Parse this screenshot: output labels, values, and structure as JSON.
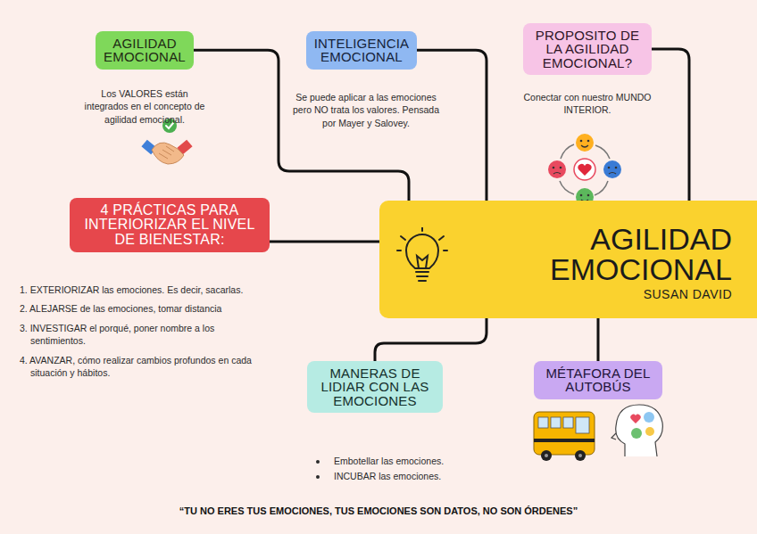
{
  "diagram": {
    "caption": "“TU NO ERES TUS EMOCIONES, TUS EMOCIONES SON DATOS, NO SON ÓRDENES”",
    "nodes": [
      {
        "text": [
          "AGILIDAD EMOCIONAL",
          "Los VALORES están integrados en el concepto de agilidad emocional."
        ]
      },
      {
        "text": [
          "INTELIGENCIA EMOCIONAL",
          "Se puede aplicar a las emociones pero NO trata los valores. Pensada por Mayer y Salovey."
        ]
      },
      {
        "text": [
          "PROPOSITO DE LA AGILIDAD EMOCIONAL?",
          "Conectar con nuestro MUNDO INTERIOR."
        ]
      },
      {
        "text": [
          "4 PRÁCTICAS PARA INTERIORIZAR EL NIVEL DE BIENESTAR:",
          "1. EXTERIORIZAR las emociones. Es decir, sacarlas.",
          "2. ALEJARSE de las emociones, tomar distancia",
          "3. INVESTIGAR el porqué, poner nombre a los sentimientos.",
          "4. AVANZAR, cómo realizar cambios profundos en cada situación y hábitos."
        ]
      },
      {
        "text": [
          "AGILIDAD EMOCIONAL",
          "SUSAN DAVID"
        ]
      },
      {
        "text": [
          "MANERAS DE LIDIAR CON LAS EMOCIONES",
          "Embotellar las emociones.",
          "INCUBAR las emociones."
        ]
      },
      {
        "text": [
          "MÉTAFORA DEL AUTOBÚS"
        ]
      }
    ],
    "edges": [
      {
        "from": 0,
        "to": 4,
        "arrow": "none"
      },
      {
        "from": 1,
        "to": 4,
        "arrow": "none"
      },
      {
        "from": 2,
        "to": 4,
        "arrow": "none"
      },
      {
        "from": 3,
        "to": 4,
        "arrow": "none"
      },
      {
        "from": 5,
        "to": 4,
        "arrow": "none"
      },
      {
        "from": 6,
        "to": 4,
        "arrow": "none"
      }
    ]
  }
}
